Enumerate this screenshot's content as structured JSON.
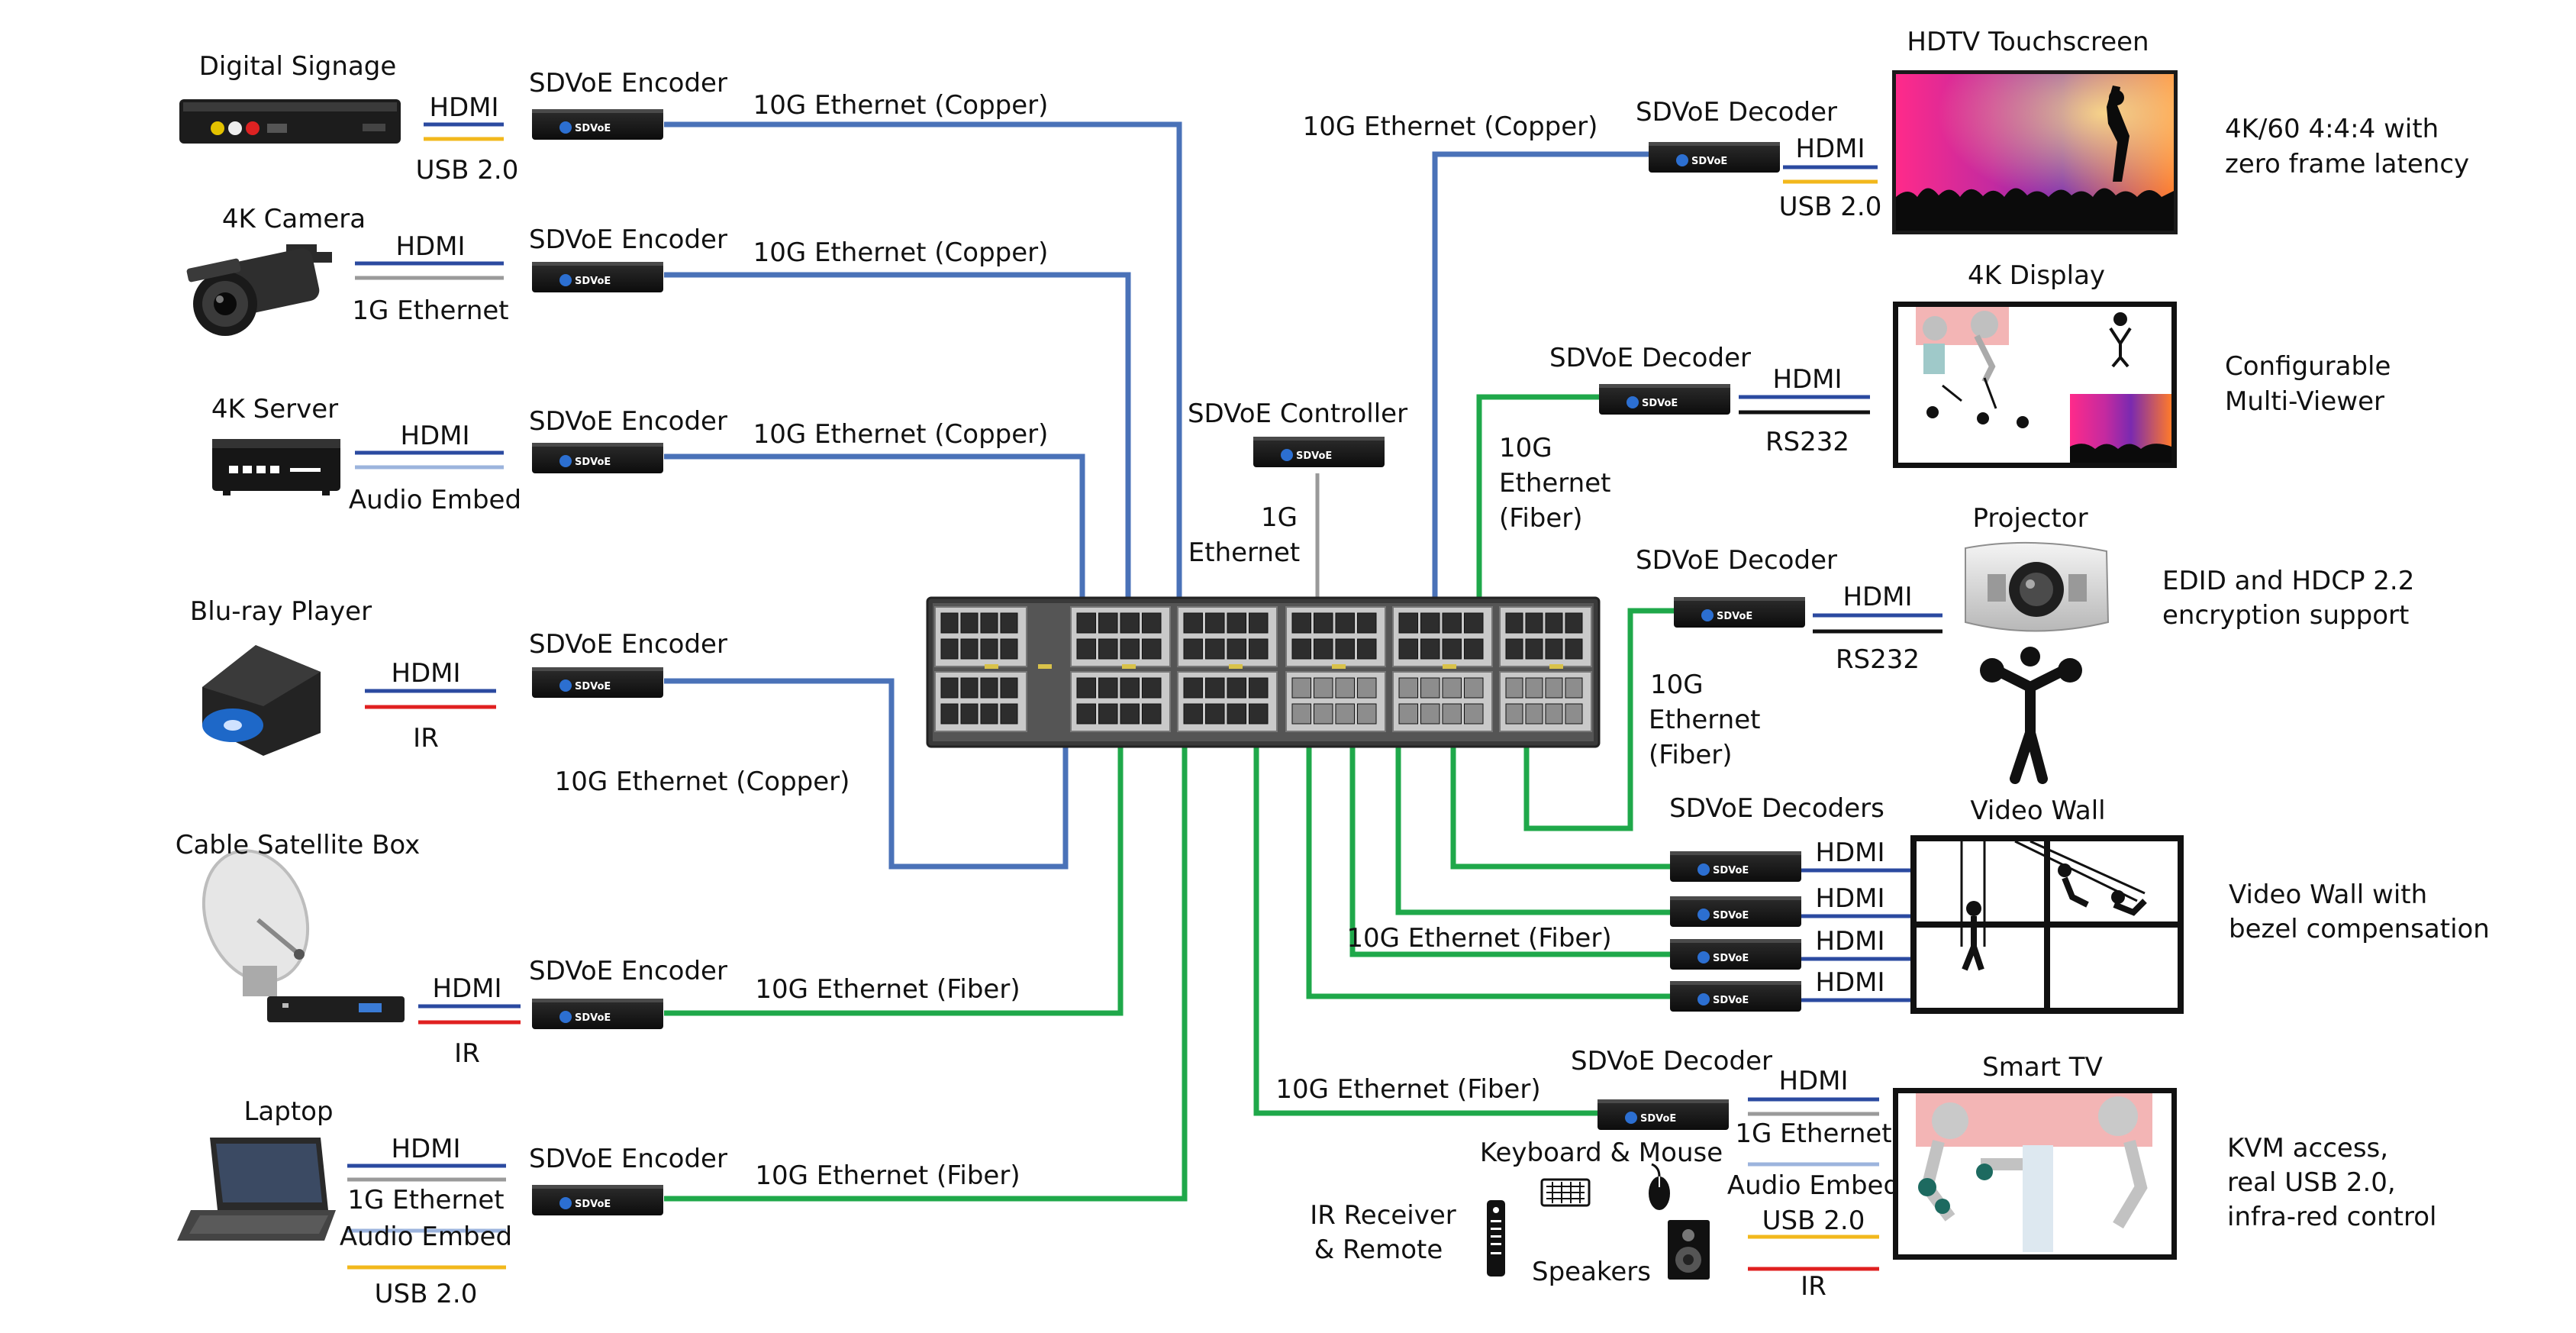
{
  "colors": {
    "copper": "#4a72b8",
    "fiber": "#1fa84a",
    "gigabit": "#9a9a9a",
    "hdmi": "#2b4aa0",
    "usb": "#f2b81c",
    "ir": "#e02020",
    "rs232": "#111111",
    "audio": "#9cb4dd",
    "gig_eth": "#9a9a9a"
  },
  "icons": {
    "sdvoe_unit": "sdvoe-box-icon",
    "switch": "network-switch-icon",
    "signage": "signage-player-icon",
    "camera": "cctv-camera-icon",
    "server": "server-icon",
    "bluray": "bluray-player-icon",
    "satellite": "satellite-dish-icon",
    "laptop": "laptop-icon",
    "projector": "projector-icon",
    "keyboard": "keyboard-icon",
    "mouse": "mouse-icon",
    "speaker": "speaker-icon",
    "remote": "remote-control-icon"
  },
  "unit_label": "SDVoE",
  "controller": {
    "title": "SDVoE Controller",
    "link_line1": "1G",
    "link_line2": "Ethernet"
  },
  "sources": [
    {
      "device": "Digital Signage",
      "encoder": "SDVoE Encoder",
      "sig1": "HDMI",
      "sig2": "USB 2.0",
      "link": "10G Ethernet (Copper)"
    },
    {
      "device": "4K Camera",
      "encoder": "SDVoE Encoder",
      "sig1": "HDMI",
      "sig2": "1G Ethernet",
      "link": "10G Ethernet (Copper)"
    },
    {
      "device": "4K Server",
      "encoder": "SDVoE Encoder",
      "sig1": "HDMI",
      "sig2": "Audio Embed",
      "link": "10G Ethernet (Copper)"
    },
    {
      "device": "Blu-ray Player",
      "encoder": "SDVoE Encoder",
      "sig1": "HDMI",
      "sig2": "IR",
      "link": "10G Ethernet (Copper)"
    },
    {
      "device": "Cable Satellite Box",
      "encoder": "SDVoE Encoder",
      "sig1": "HDMI",
      "sig2": "IR",
      "link": "10G Ethernet (Fiber)"
    },
    {
      "device": "Laptop",
      "encoder": "SDVoE Encoder",
      "sig1": "HDMI",
      "sig2": "1G Ethernet",
      "sig3": "Audio Embed",
      "sig4": "USB 2.0",
      "link": "10G Ethernet (Fiber)"
    }
  ],
  "sinks": {
    "hdtv": {
      "decoder": "SDVoE Decoder",
      "link": "10G Ethernet (Copper)",
      "sig1": "HDMI",
      "sig2": "USB 2.0",
      "display": "HDTV Touchscreen",
      "desc1": "4K/60 4:4:4 with",
      "desc2": "zero frame latency"
    },
    "k4": {
      "decoder": "SDVoE Decoder",
      "link1": "10G",
      "link2": "Ethernet",
      "link3": "(Fiber)",
      "sig1": "HDMI",
      "sig2": "RS232",
      "display": "4K Display",
      "desc1": "Configurable",
      "desc2": "Multi-Viewer"
    },
    "projector": {
      "decoder": "SDVoE Decoder",
      "link1": "10G",
      "link2": "Ethernet",
      "link3": "(Fiber)",
      "sig1": "HDMI",
      "sig2": "RS232",
      "display": "Projector",
      "desc1": "EDID and HDCP 2.2",
      "desc2": "encryption support"
    },
    "wall": {
      "decoder": "SDVoE Decoders",
      "link": "10G Ethernet (Fiber)",
      "sigs": [
        "HDMI",
        "HDMI",
        "HDMI",
        "HDMI"
      ],
      "display": "Video Wall",
      "desc1": "Video Wall with",
      "desc2": "bezel compensation"
    },
    "smarttv": {
      "decoder": "SDVoE Decoder",
      "link": "10G Ethernet (Fiber)",
      "sig1": "HDMI",
      "sig2": "1G Ethernet",
      "sig3": "Audio Embed",
      "sig4": "USB 2.0",
      "sig5": "IR",
      "display": "Smart TV",
      "desc1": "KVM access,",
      "desc2": "real USB 2.0,",
      "desc3": "infra-red control",
      "peri_km": "Keyboard & Mouse",
      "peri_ir1": "IR Receiver",
      "peri_ir2": "& Remote",
      "peri_spk": "Speakers"
    }
  }
}
